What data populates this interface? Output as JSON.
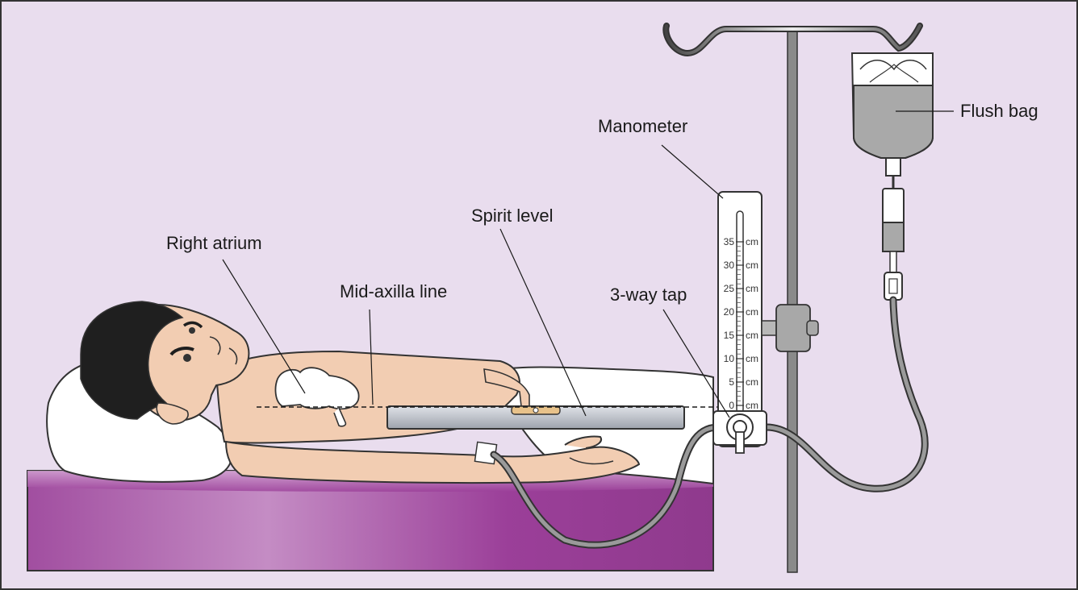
{
  "labels": {
    "right_atrium": "Right atrium",
    "mid_axilla_line": "Mid-axilla line",
    "spirit_level": "Spirit level",
    "manometer": "Manometer",
    "three_way_tap": "3-way tap",
    "flush_bag": "Flush bag"
  },
  "manometer": {
    "unit": "cm",
    "ticks": [
      "35",
      "30",
      "25",
      "20",
      "15",
      "10",
      "5",
      "0"
    ]
  },
  "colors": {
    "background": "#e9ddee",
    "frame": "#333333",
    "skin": "#f2cdb2",
    "hair": "#1f1f1f",
    "mattress": "#993c98",
    "sheet": "#ffffff",
    "pole": "#8a8a8a",
    "tubing": "#9a9a9a",
    "fluid": "#a9a9a9",
    "spirit_level": "#b8bcc4"
  }
}
